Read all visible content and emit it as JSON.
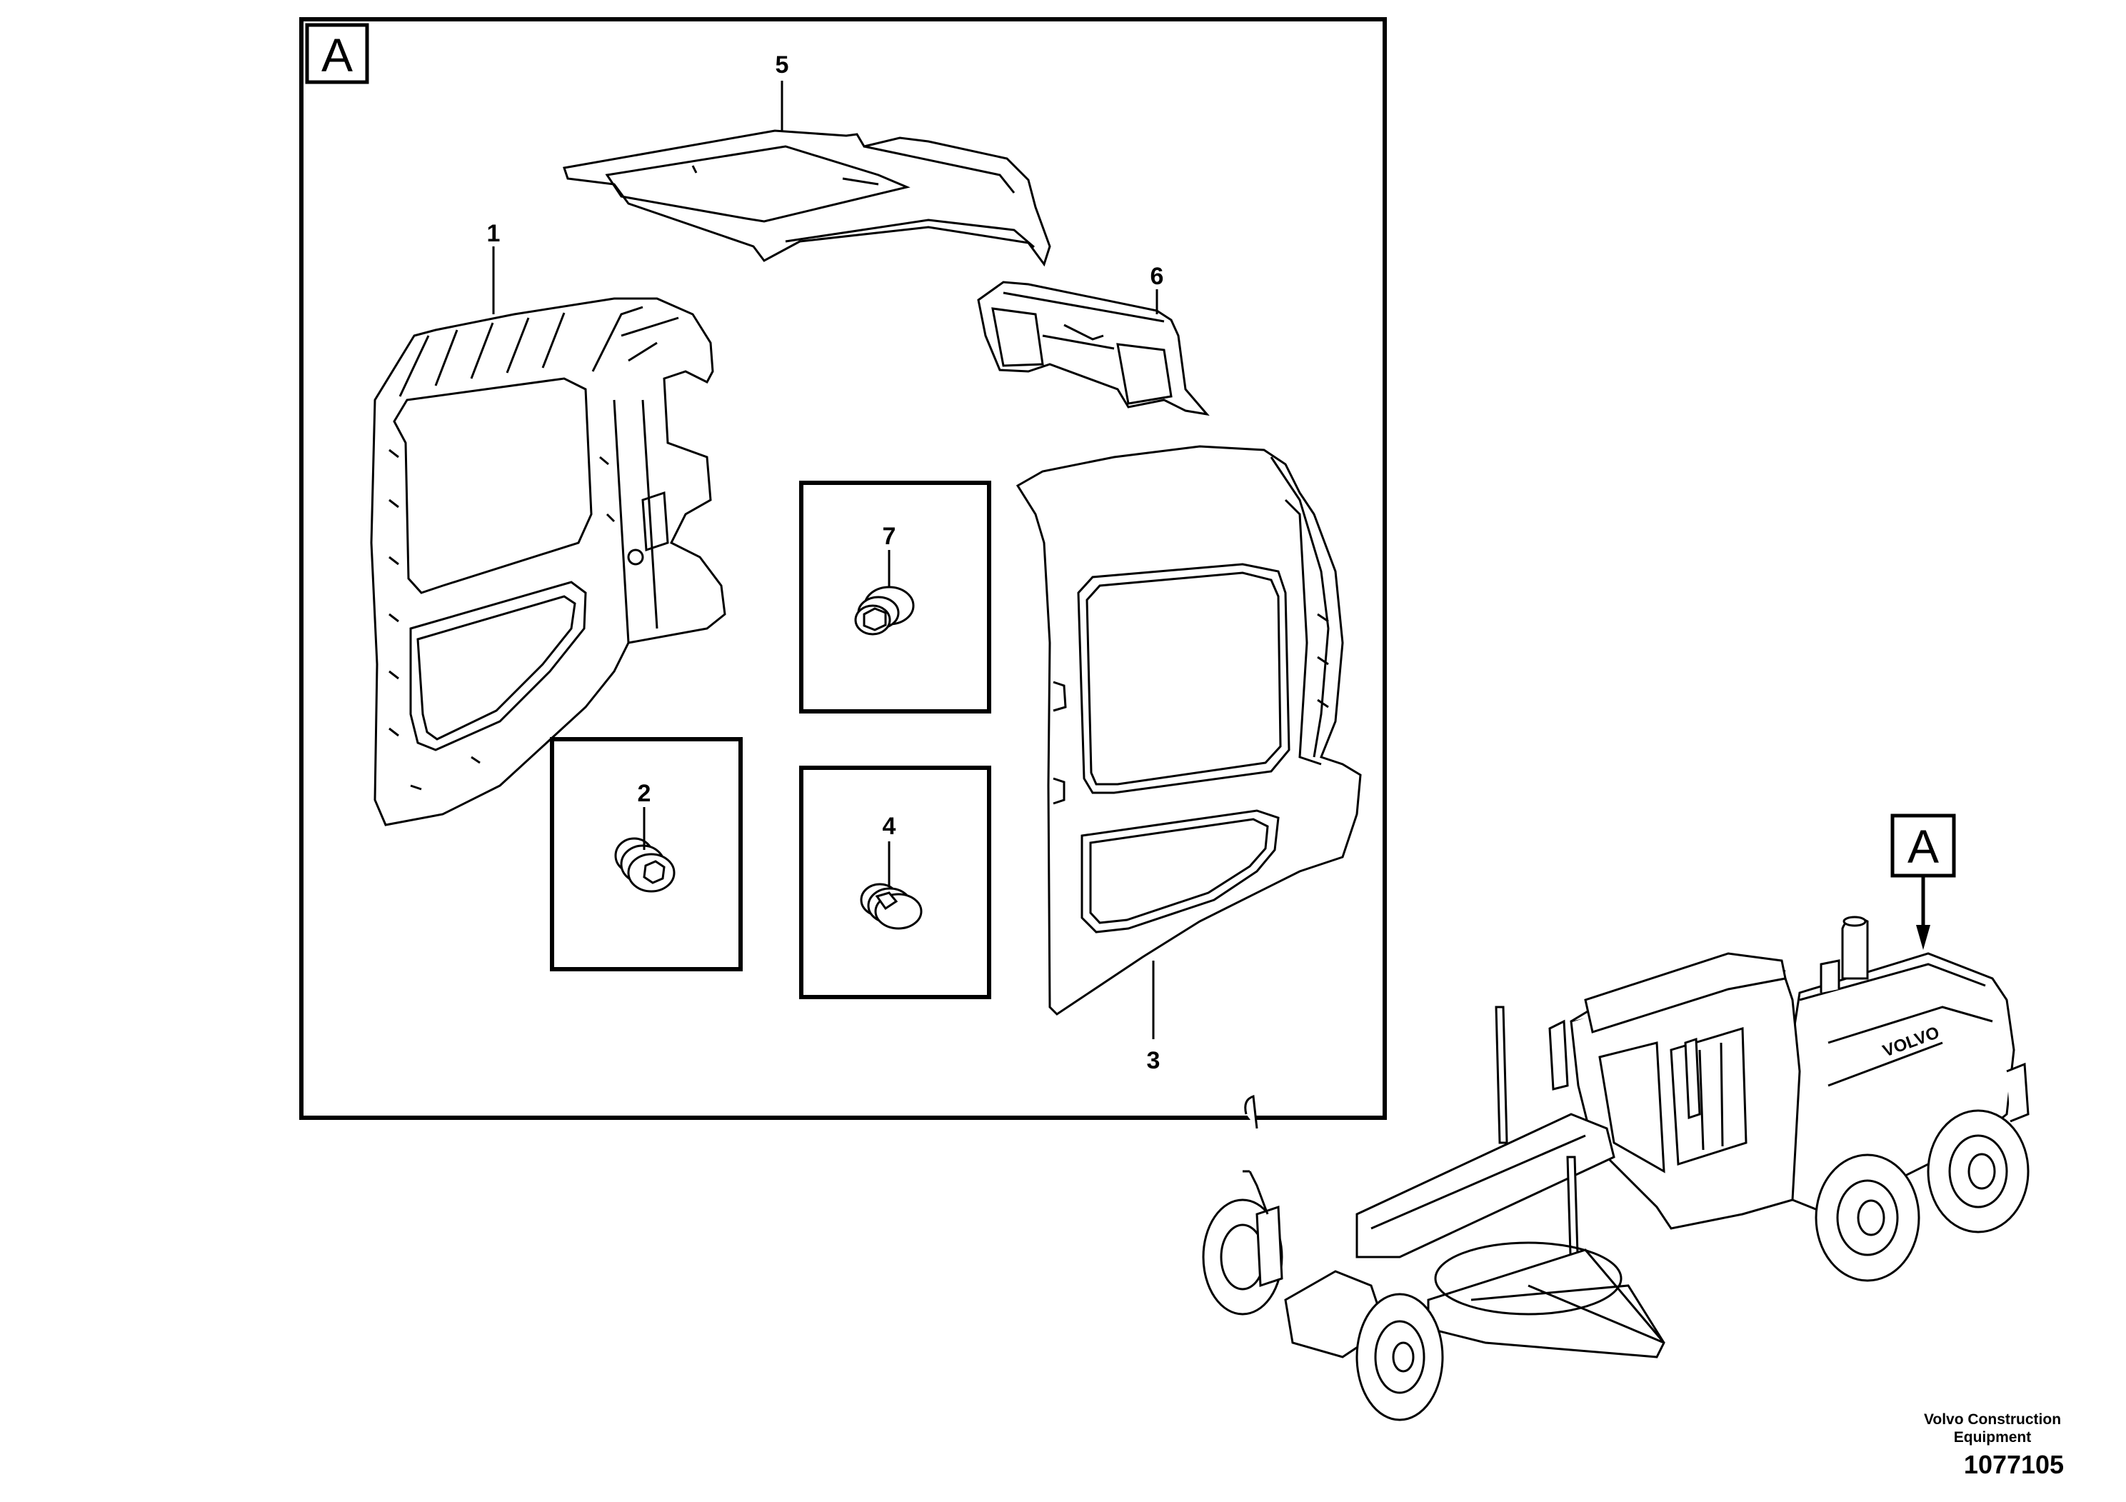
{
  "view_label": "A",
  "callouts": [
    {
      "id": "1",
      "label": "1"
    },
    {
      "id": "2",
      "label": "2"
    },
    {
      "id": "3",
      "label": "3"
    },
    {
      "id": "4",
      "label": "4"
    },
    {
      "id": "5",
      "label": "5"
    },
    {
      "id": "6",
      "label": "6"
    },
    {
      "id": "7",
      "label": "7"
    }
  ],
  "machine": {
    "brand_marking": "VOLVO",
    "reference_label": "A"
  },
  "footer": {
    "company_line1": "Volvo Construction",
    "company_line2": "Equipment",
    "document_number": "1077105"
  }
}
